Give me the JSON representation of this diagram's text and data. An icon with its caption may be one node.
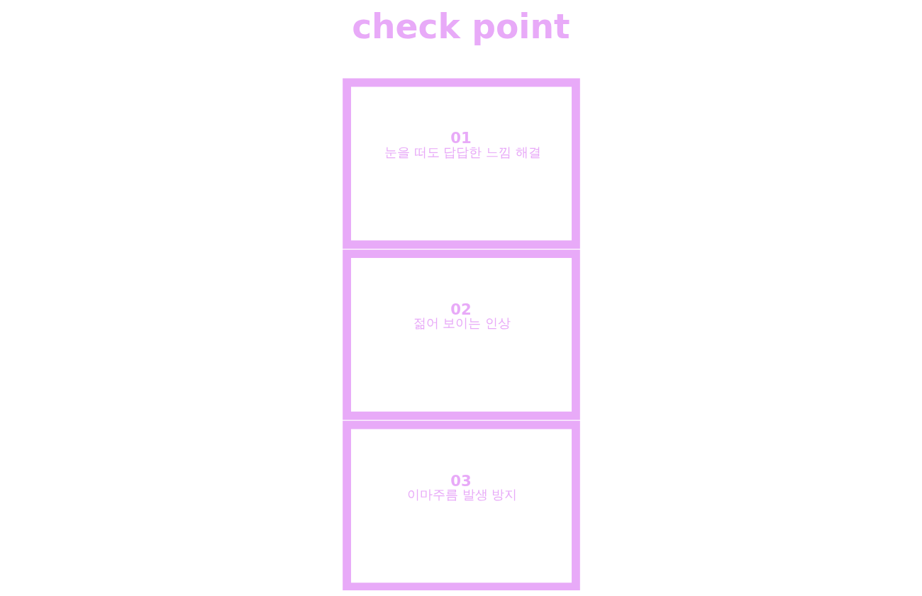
{
  "diagram": {
    "title": "check point",
    "nodes": [
      {
        "text": [
          "01",
          "눈을 떠도 답답한 느낌 해결"
        ]
      },
      {
        "text": [
          "02",
          "젊어 보이는 인상"
        ]
      },
      {
        "text": [
          "03",
          "이마주름 발생 방지"
        ]
      }
    ]
  }
}
